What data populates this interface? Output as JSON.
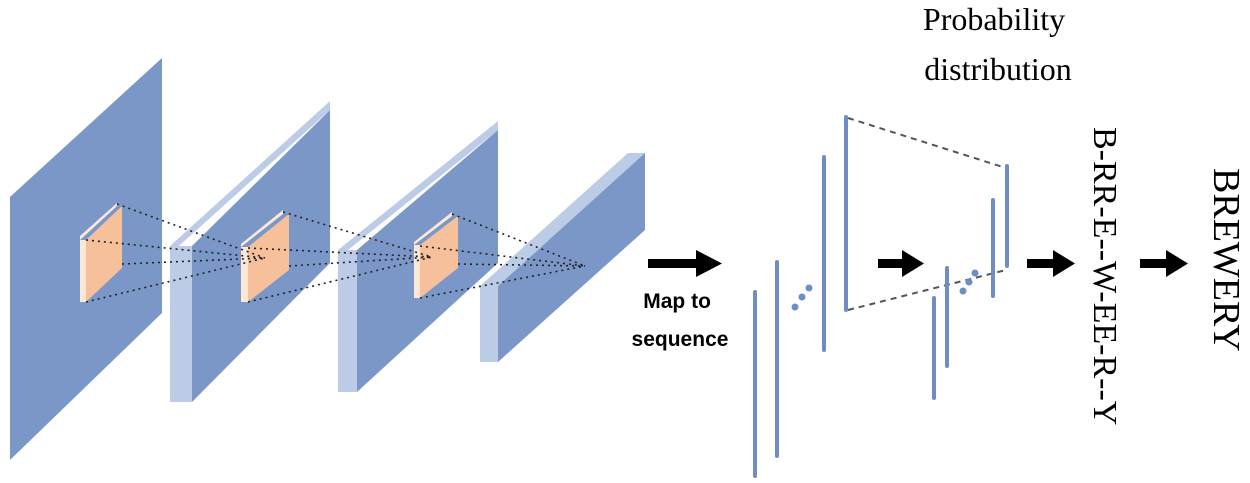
{
  "labels": {
    "map_to_sequence": [
      "Map to",
      "sequence"
    ],
    "probability_distribution": [
      "Probability",
      "distribution"
    ],
    "raw_sequence": "B-RR-E--W-EE-R--Y",
    "final_output": "BREWERY"
  },
  "colors": {
    "layer_front": "#7b97c8",
    "layer_side": "#bccbe6",
    "layer_edge": "#9db2d8",
    "kernel_front": "#f5c09a",
    "kernel_side": "#fde7d6",
    "bar": "#6f8dc4",
    "arrow": "#000000",
    "dash": "#555555"
  },
  "icons": {
    "arrow": "right-arrow-icon",
    "ellipsis": "ellipsis-dots-icon"
  }
}
